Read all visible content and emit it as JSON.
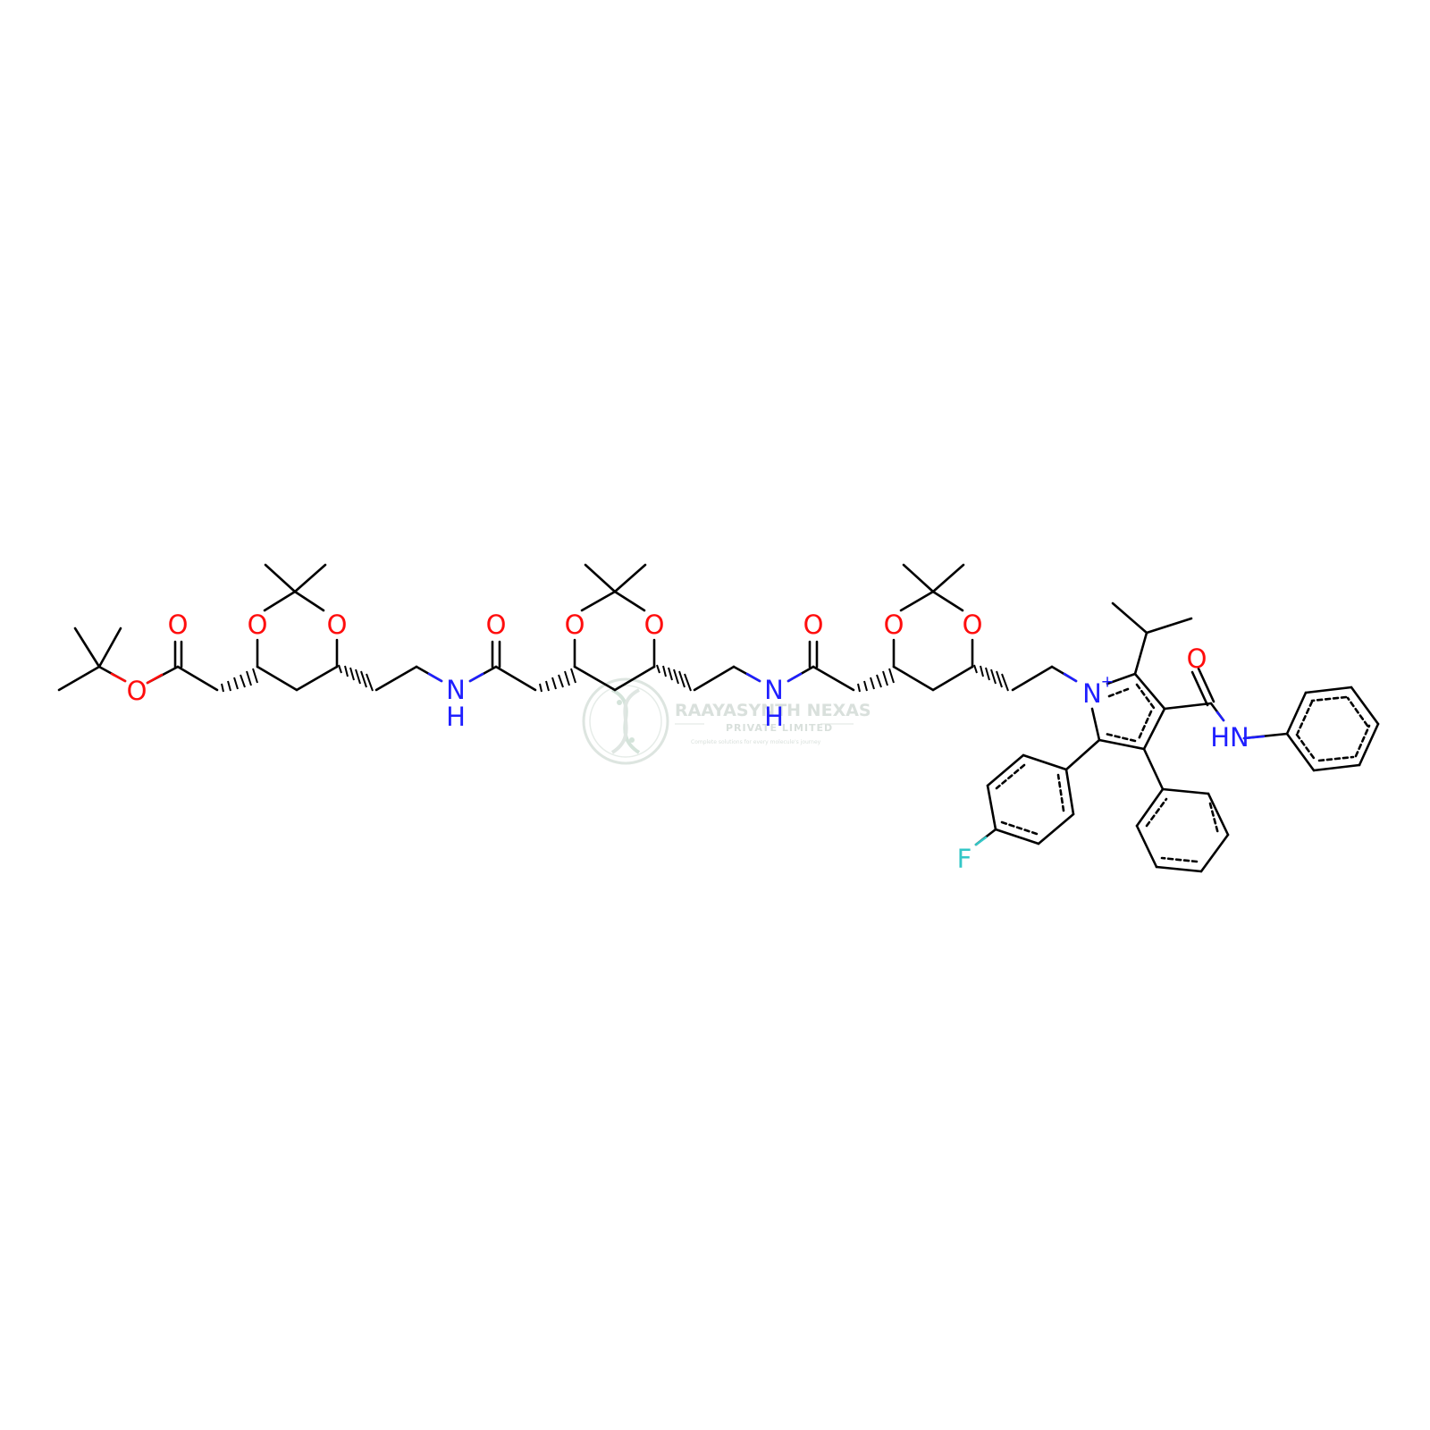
{
  "colors": {
    "bond": "#000000",
    "O": "#ff0d0d",
    "N": "#1f1fff",
    "F": "#33c7c7",
    "watermark": "#d5ddd8"
  },
  "watermark": {
    "title": "RAAYASYNTH NEXAS",
    "subtitle": "PRIVATE LIMITED",
    "tagline": "Complete solutions for every molecule's journey",
    "icon": "dna-helix-logo"
  },
  "atom_labels": {
    "o_carbonyl_ester": "O",
    "o_ester": "O",
    "o_ring1_left": "O",
    "o_ring1_right": "O",
    "o_amide1": "O",
    "nh_amide1_n": "N",
    "nh_amide1_h": "H",
    "o_ring2_left": "O",
    "o_ring2_right": "O",
    "o_amide2": "O",
    "nh_amide2_n": "N",
    "nh_amide2_h": "H",
    "o_ring3_left": "O",
    "o_ring3_right": "O",
    "n_pyrrole": "N",
    "charge_pyrrole": "+",
    "o_amide3": "O",
    "nh_anilide": "HN",
    "f_fluoro": "F"
  }
}
